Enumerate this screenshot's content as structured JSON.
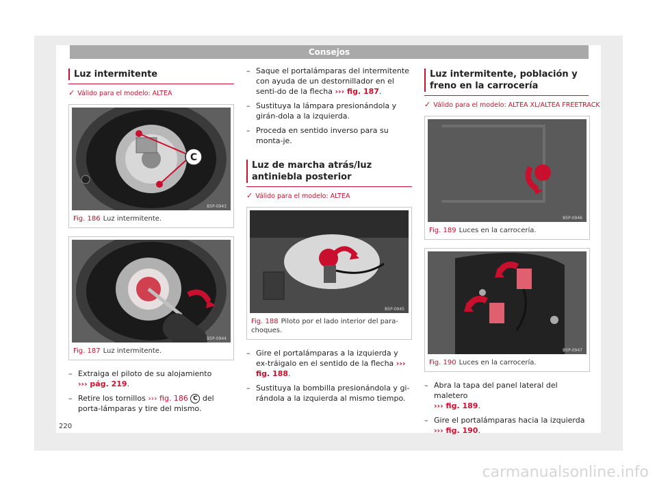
{
  "header": {
    "title": "Consejos"
  },
  "col1": {
    "title": "Luz intermitente",
    "valid": "Válido para el modelo: ALTEA",
    "fig186": {
      "num": "Fig. 186",
      "caption": "Luz intermitente.",
      "code": "B5P-0943",
      "callout": "C"
    },
    "fig187": {
      "num": "Fig. 187",
      "caption": "Luz intermitente.",
      "code": "B5P-0944"
    },
    "steps": [
      {
        "text": "Extraiga el piloto de su alojamiento",
        "ref": "››› pág. 219",
        "after": "."
      },
      {
        "text": "Retire los tornillos",
        "ref": "››› fig. 186",
        "circ": "C",
        "after": "del porta-lámparas y tire del mismo."
      }
    ]
  },
  "col2": {
    "steps_top": [
      {
        "text": "Saque el portalámparas del intermitente con ayuda de un destornillador en el senti-do de la flecha",
        "ref": "››› fig. 187",
        "after": "."
      },
      {
        "text": "Sustituya la lámpara presionándola y girán-dola a la izquierda."
      },
      {
        "text": "Proceda en sentido inverso para su monta-je."
      }
    ],
    "title": "Luz de marcha atrás/luz antiniebla posterior",
    "valid": "Válido para el modelo: ALTEA",
    "fig188": {
      "num": "Fig. 188",
      "caption": "Piloto por el lado interior del para-choques.",
      "code": "B5P-0945"
    },
    "steps": [
      {
        "text": "Gire el portalámparas a la izquierda y ex-tráigalo en el sentido de la flecha",
        "ref": "››› fig. 188",
        "after": "."
      },
      {
        "text": "Sustituya la bombilla presionándola y gi-rándola a la izquierda al mismo tiempo."
      }
    ]
  },
  "col3": {
    "title": "Luz intermitente, población y freno en la carrocería",
    "valid": "Válido para el modelo: ALTEA XL/ALTEA FREETRACK",
    "fig189": {
      "num": "Fig. 189",
      "caption": "Luces en la carrocería.",
      "code": "B5P-0946"
    },
    "fig190": {
      "num": "Fig. 190",
      "caption": "Luces en la carrocería.",
      "code": "B5P-0947"
    },
    "steps": [
      {
        "text": "Abra la tapa del panel lateral del maletero",
        "ref": "››› fig. 189",
        "after": "."
      },
      {
        "text": "Gire el portalámparas hacia la izquierda",
        "ref": "››› fig. 190",
        "after": "."
      }
    ]
  },
  "page_number": "220",
  "watermark": "carmanualsonline.info",
  "colors": {
    "accent": "#c8102e",
    "header": "#a9a9a9"
  }
}
